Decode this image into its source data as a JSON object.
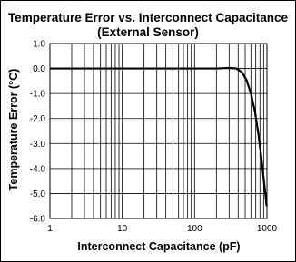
{
  "chart_data": {
    "type": "line",
    "title": "Temperature Error vs. Interconnect Capacitance",
    "subtitle": "(External Sensor)",
    "xlabel": "Interconnect Capacitance (pF)",
    "ylabel": "Temperature Error (°C)",
    "x_scale": "log",
    "xlim": [
      1,
      1000
    ],
    "ylim": [
      -6.0,
      1.0
    ],
    "x_ticks": [
      1,
      10,
      100,
      1000
    ],
    "x_tick_labels": [
      "1",
      "10",
      "100",
      "1000"
    ],
    "y_ticks": [
      1.0,
      0.0,
      -1.0,
      -2.0,
      -3.0,
      -4.0,
      -5.0,
      -6.0
    ],
    "y_tick_labels": [
      "1.0",
      "0.0",
      "-1.0",
      "-2.0",
      "-3.0",
      "-4.0",
      "-5.0",
      "-6.0"
    ],
    "grid": true,
    "series": [
      {
        "color": "#000000",
        "x": [
          1,
          10,
          100,
          200,
          300,
          380,
          450,
          520,
          600,
          680,
          760,
          840,
          900,
          950,
          990
        ],
        "y": [
          0.0,
          0.0,
          0.0,
          0.0,
          0.02,
          0.0,
          -0.15,
          -0.45,
          -1.0,
          -1.7,
          -2.6,
          -3.6,
          -4.4,
          -5.0,
          -5.5
        ]
      }
    ]
  }
}
